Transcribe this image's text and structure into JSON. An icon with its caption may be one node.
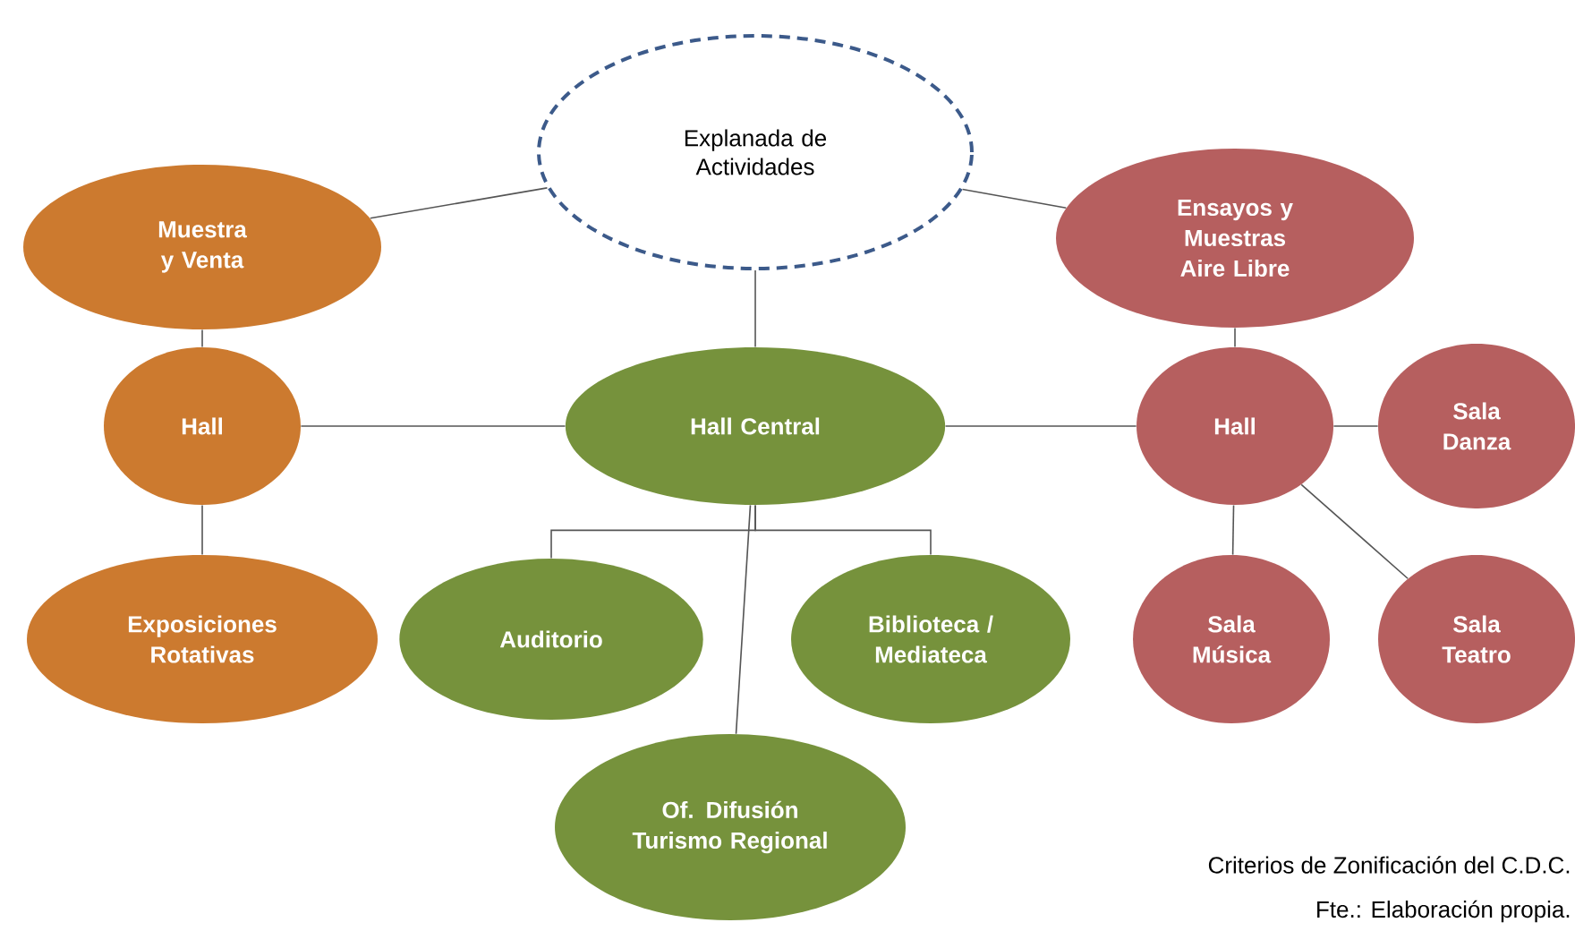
{
  "diagram": {
    "caption": "Criterios de Zonificación del C.D.C.",
    "nodes": [
      {
        "text": [
          "Explanada de Actividades"
        ]
      },
      {
        "text": [
          "Muestra y Venta"
        ]
      },
      {
        "text": [
          "Ensayos y Muestras Aire Libre"
        ]
      },
      {
        "text": [
          "Hall"
        ]
      },
      {
        "text": [
          "Hall Central"
        ]
      },
      {
        "text": [
          "Hall"
        ]
      },
      {
        "text": [
          "Sala Danza"
        ]
      },
      {
        "text": [
          "Exposiciones Rotativas"
        ]
      },
      {
        "text": [
          "Auditorio"
        ]
      },
      {
        "text": [
          "Biblioteca / Mediateca"
        ]
      },
      {
        "text": [
          "Sala Música"
        ]
      },
      {
        "text": [
          "Sala Teatro"
        ]
      },
      {
        "text": [
          "Of. Difusión Turismo Regional"
        ]
      }
    ],
    "edges": [
      {
        "from": 1,
        "to": 0,
        "arrow": "none"
      },
      {
        "from": 2,
        "to": 0,
        "arrow": "none"
      },
      {
        "from": 1,
        "to": 3,
        "arrow": "none"
      },
      {
        "from": 3,
        "to": 4,
        "arrow": "none"
      },
      {
        "from": 4,
        "to": 0,
        "arrow": "none"
      },
      {
        "from": 4,
        "to": 5,
        "arrow": "none"
      },
      {
        "from": 5,
        "to": 2,
        "arrow": "none"
      },
      {
        "from": 5,
        "to": 6,
        "arrow": "none"
      },
      {
        "from": 3,
        "to": 7,
        "arrow": "none"
      },
      {
        "from": 4,
        "to": 8,
        "arrow": "none"
      },
      {
        "from": 4,
        "to": 9,
        "arrow": "none"
      },
      {
        "from": 4,
        "to": 12,
        "arrow": "none"
      },
      {
        "from": 5,
        "to": 10,
        "arrow": "none"
      },
      {
        "from": 5,
        "to": 11,
        "arrow": "none"
      }
    ],
    "labels": [
      "Fte.: Elaboración propia."
    ]
  }
}
